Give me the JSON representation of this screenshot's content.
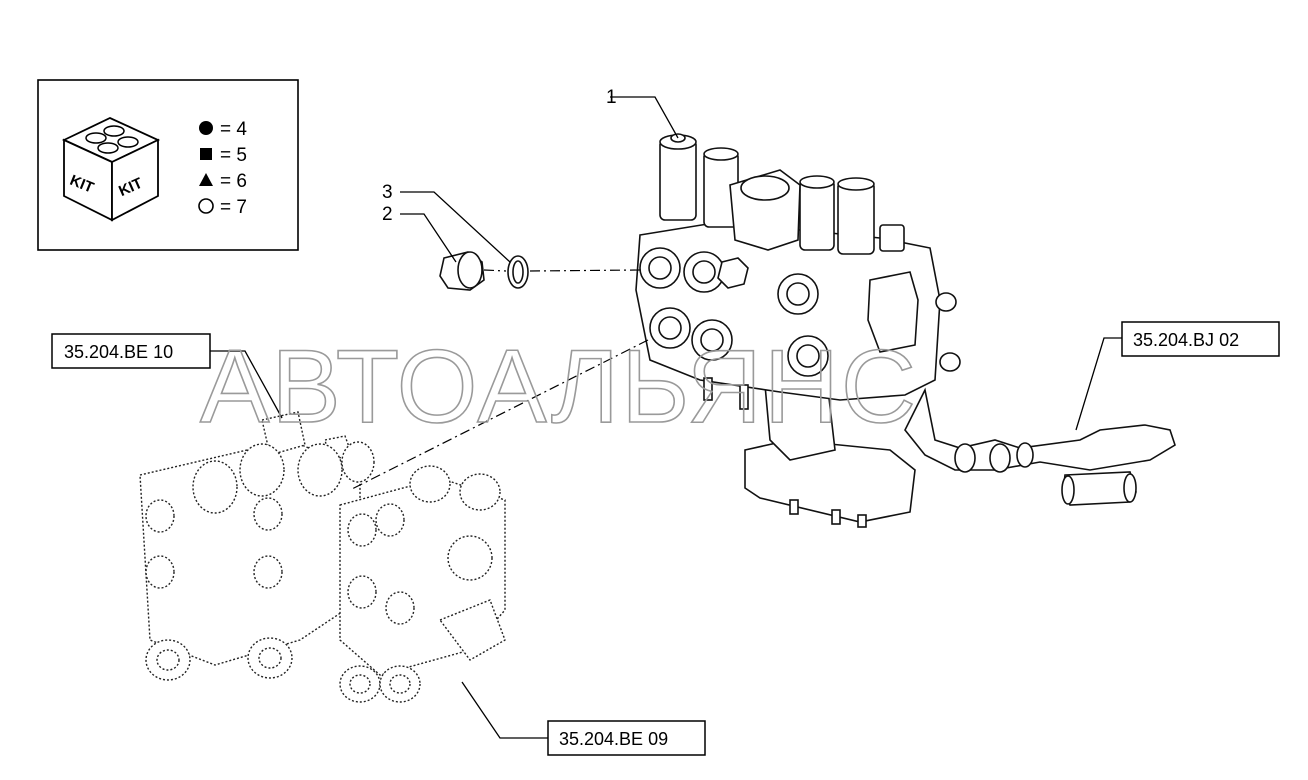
{
  "callouts": [
    {
      "number": "1"
    },
    {
      "number": "2"
    },
    {
      "number": "3"
    }
  ],
  "references": [
    {
      "code": "35.204.BE 10"
    },
    {
      "code": "35.204.BJ 02"
    },
    {
      "code": "35.204.BE 09"
    }
  ],
  "legend": {
    "kit_label": "KIT",
    "items": [
      {
        "symbol": "filled-circle",
        "text": "= 4"
      },
      {
        "symbol": "filled-square",
        "text": "= 5"
      },
      {
        "symbol": "filled-triangle",
        "text": "= 6"
      },
      {
        "symbol": "open-circle",
        "text": "= 7"
      }
    ]
  },
  "watermark": "АВТОАЛЬЯНС",
  "colors": {
    "line": "#000000",
    "watermark": "#9a9a9a",
    "background": "#ffffff"
  }
}
